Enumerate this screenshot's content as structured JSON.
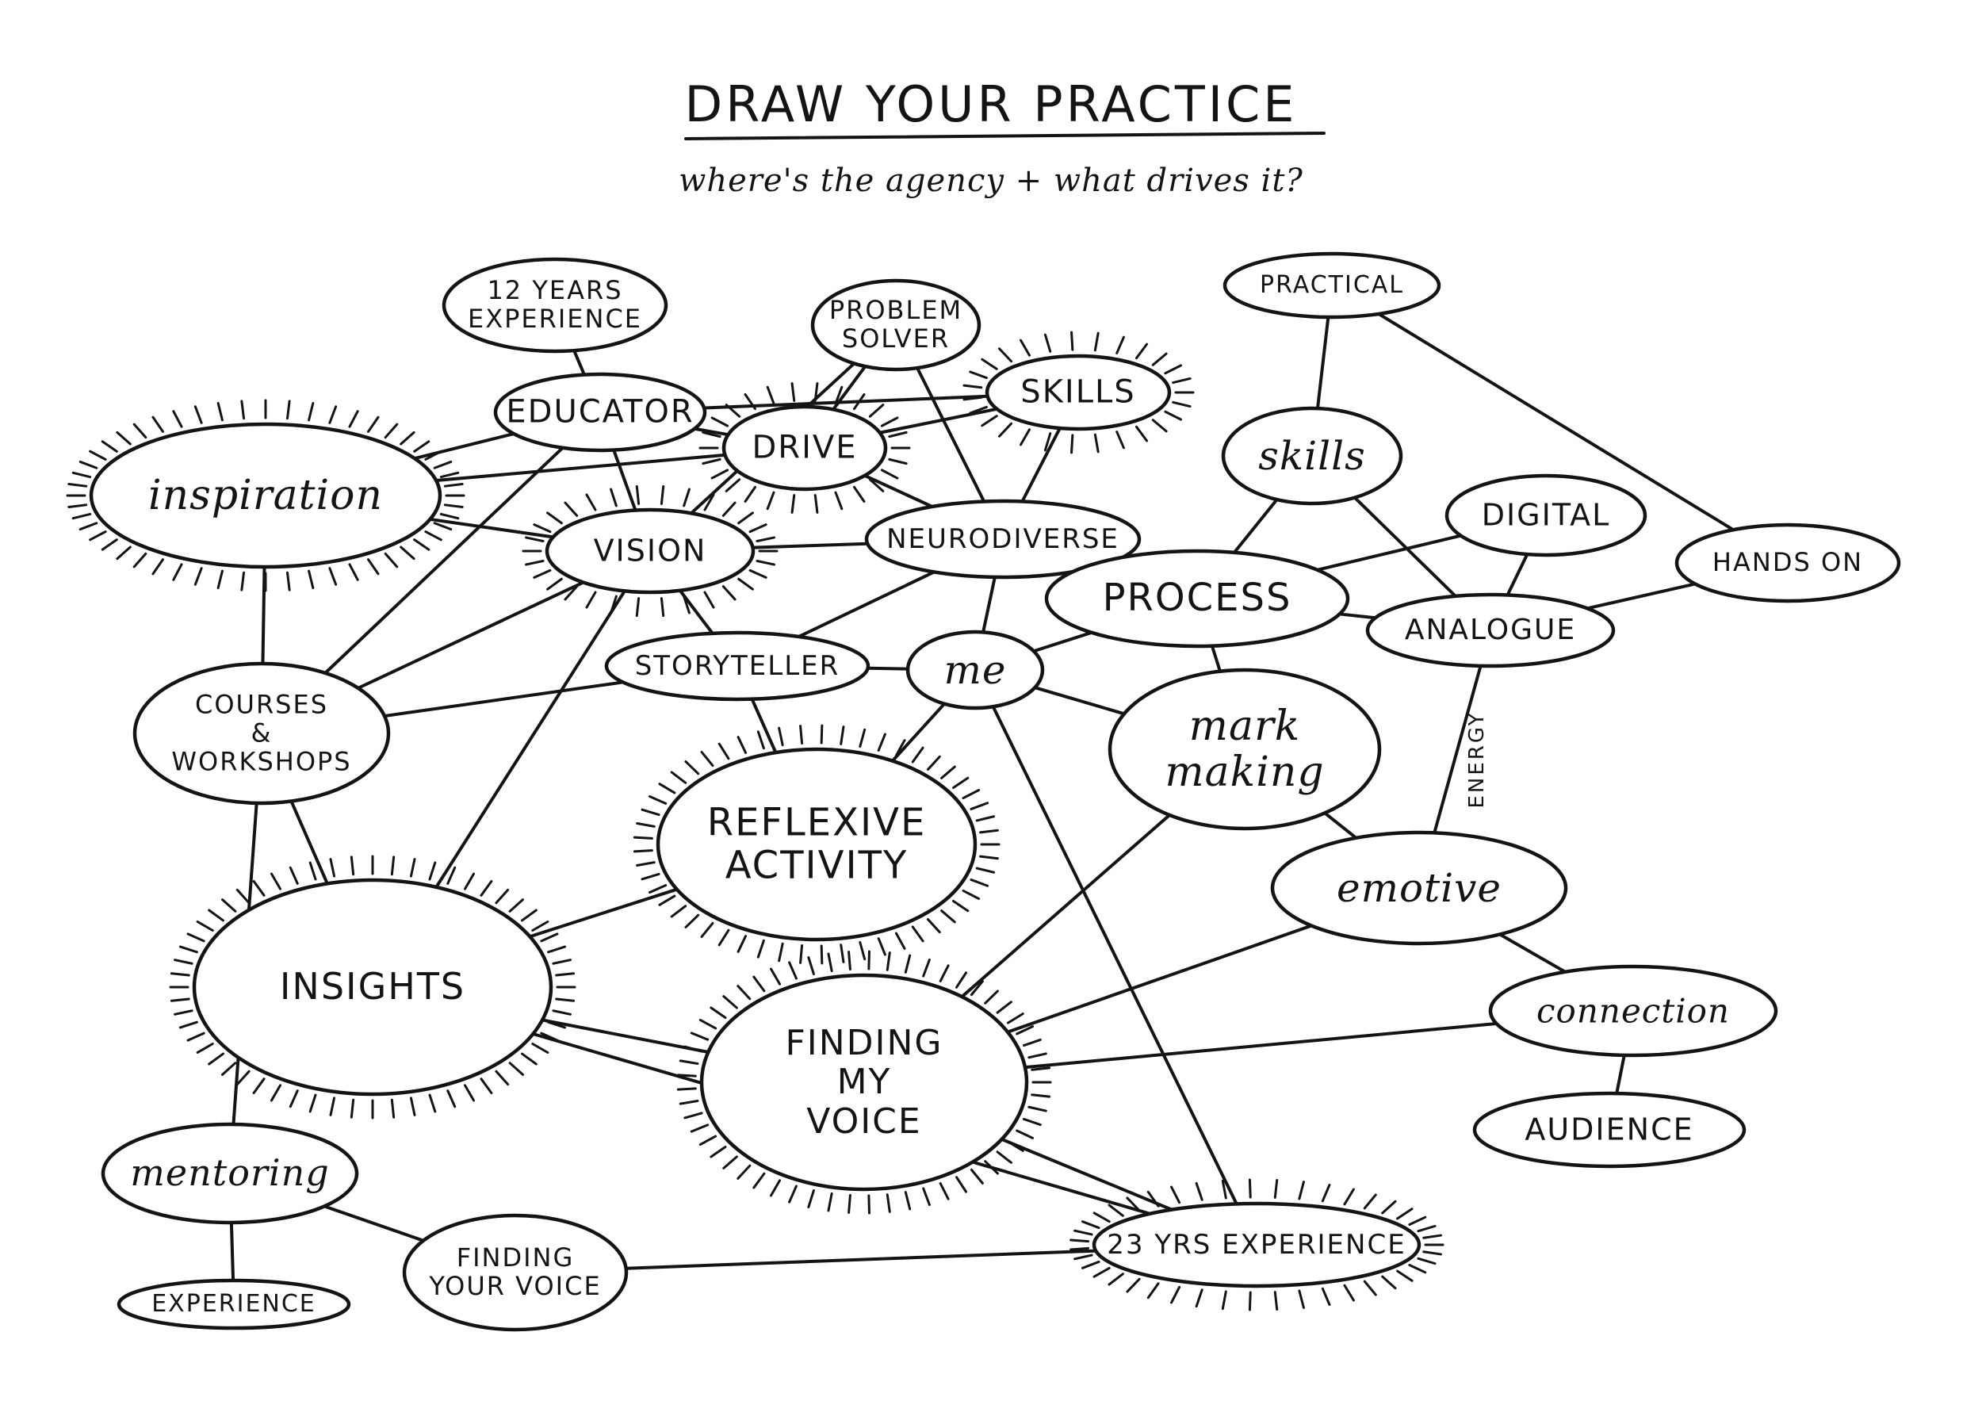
{
  "title": "DRAW YOUR PRACTICE",
  "subtitle": "where's the agency + what drives it?",
  "colors": {
    "ink": "#141414",
    "paper": "#ffffff"
  },
  "nodes": [
    {
      "id": "years12",
      "label": "12 YEARS\nEXPERIENCE",
      "style": "caps",
      "spiky": false
    },
    {
      "id": "educator",
      "label": "EDUCATOR",
      "style": "caps",
      "spiky": false
    },
    {
      "id": "problem",
      "label": "PROBLEM\nSOLVER",
      "style": "caps",
      "spiky": false
    },
    {
      "id": "skills_top",
      "label": "SKILLS",
      "style": "caps",
      "spiky": true
    },
    {
      "id": "practical",
      "label": "PRACTICAL",
      "style": "caps",
      "spiky": false
    },
    {
      "id": "inspiration",
      "label": "inspiration",
      "style": "script",
      "spiky": true
    },
    {
      "id": "drive",
      "label": "DRIVE",
      "style": "caps",
      "spiky": true
    },
    {
      "id": "skills_right",
      "label": "skills",
      "style": "script",
      "spiky": false
    },
    {
      "id": "vision",
      "label": "VISION",
      "style": "caps",
      "spiky": true
    },
    {
      "id": "neurodiverse",
      "label": "NEURODIVERSE",
      "style": "caps",
      "spiky": false
    },
    {
      "id": "digital",
      "label": "DIGITAL",
      "style": "caps",
      "spiky": false
    },
    {
      "id": "handson",
      "label": "HANDS ON",
      "style": "caps",
      "spiky": false
    },
    {
      "id": "process",
      "label": "PROCESS",
      "style": "caps",
      "spiky": false
    },
    {
      "id": "analogue",
      "label": "ANALOGUE",
      "style": "caps",
      "spiky": false
    },
    {
      "id": "storyteller",
      "label": "STORYTELLER",
      "style": "caps",
      "spiky": false
    },
    {
      "id": "me",
      "label": "me",
      "style": "script",
      "spiky": false
    },
    {
      "id": "courses",
      "label": "COURSES\n&\nWORKSHOPS",
      "style": "caps",
      "spiky": false
    },
    {
      "id": "markmaking",
      "label": "mark\nmaking",
      "style": "script",
      "spiky": false
    },
    {
      "id": "reflexive",
      "label": "REFLEXIVE\nACTIVITY",
      "style": "caps",
      "spiky": true
    },
    {
      "id": "emotive",
      "label": "emotive",
      "style": "script",
      "spiky": false
    },
    {
      "id": "insights",
      "label": "INSIGHTS",
      "style": "caps",
      "spiky": true
    },
    {
      "id": "finding",
      "label": "FINDING\nMY\nVOICE",
      "style": "caps",
      "spiky": true
    },
    {
      "id": "connection",
      "label": "connection",
      "style": "script",
      "spiky": false
    },
    {
      "id": "audience",
      "label": "AUDIENCE",
      "style": "caps",
      "spiky": false
    },
    {
      "id": "mentoring",
      "label": "mentoring",
      "style": "script",
      "spiky": false
    },
    {
      "id": "findingyour",
      "label": "FINDING\nYOUR VOICE",
      "style": "caps",
      "spiky": false
    },
    {
      "id": "years23",
      "label": "23 YRS EXPERIENCE",
      "style": "caps",
      "spiky": true
    },
    {
      "id": "experience",
      "label": "EXPERIENCE",
      "style": "caps",
      "spiky": false
    }
  ],
  "edges": [
    [
      "years12",
      "educator"
    ],
    [
      "educator",
      "inspiration"
    ],
    [
      "educator",
      "skills_top"
    ],
    [
      "educator",
      "drive"
    ],
    [
      "educator",
      "vision"
    ],
    [
      "educator",
      "courses"
    ],
    [
      "inspiration",
      "drive"
    ],
    [
      "inspiration",
      "vision"
    ],
    [
      "inspiration",
      "courses"
    ],
    [
      "problem",
      "drive"
    ],
    [
      "problem",
      "neurodiverse"
    ],
    [
      "problem",
      "vision"
    ],
    [
      "skills_top",
      "drive"
    ],
    [
      "skills_top",
      "neurodiverse"
    ],
    [
      "drive",
      "neurodiverse"
    ],
    [
      "vision",
      "neurodiverse"
    ],
    [
      "vision",
      "storyteller"
    ],
    [
      "vision",
      "courses"
    ],
    [
      "vision",
      "insights"
    ],
    [
      "neurodiverse",
      "storyteller"
    ],
    [
      "neurodiverse",
      "me"
    ],
    [
      "storyteller",
      "me"
    ],
    [
      "storyteller",
      "courses"
    ],
    [
      "storyteller",
      "reflexive"
    ],
    [
      "me",
      "process"
    ],
    [
      "me",
      "markmaking"
    ],
    [
      "me",
      "reflexive"
    ],
    [
      "me",
      "years23"
    ],
    [
      "practical",
      "skills_right"
    ],
    [
      "practical",
      "handson"
    ],
    [
      "skills_right",
      "process"
    ],
    [
      "skills_right",
      "analogue"
    ],
    [
      "process",
      "digital"
    ],
    [
      "process",
      "analogue"
    ],
    [
      "process",
      "markmaking"
    ],
    [
      "digital",
      "analogue"
    ],
    [
      "analogue",
      "handson"
    ],
    [
      "analogue",
      "emotive"
    ],
    [
      "markmaking",
      "emotive"
    ],
    [
      "markmaking",
      "finding"
    ],
    [
      "emotive",
      "connection"
    ],
    [
      "emotive",
      "finding"
    ],
    [
      "connection",
      "audience"
    ],
    [
      "connection",
      "finding"
    ],
    [
      "courses",
      "insights"
    ],
    [
      "courses",
      "mentoring"
    ],
    [
      "insights",
      "reflexive"
    ],
    [
      "insights",
      "finding"
    ],
    [
      "insights",
      "years23"
    ],
    [
      "finding",
      "years23"
    ],
    [
      "mentoring",
      "experience"
    ],
    [
      "mentoring",
      "findingyour"
    ],
    [
      "findingyour",
      "years23"
    ]
  ],
  "edge_labels": [
    {
      "edge": [
        "analogue",
        "emotive"
      ],
      "label": "ENERGY"
    }
  ]
}
